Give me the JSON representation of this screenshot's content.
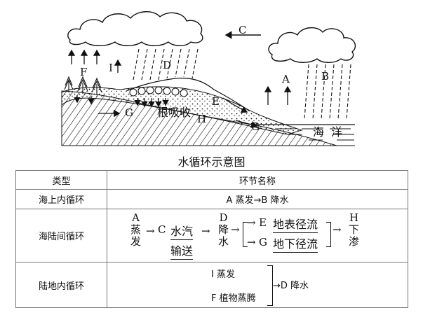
{
  "diagram": {
    "labels": {
      "C": "C",
      "F": "F",
      "I": "I",
      "D": "D",
      "A": "A",
      "B": "B",
      "E": "E",
      "G1": "G",
      "G2": "G",
      "H": "H",
      "root": "根吸收",
      "ocean": "海  洋"
    }
  },
  "caption": "水循环示意图",
  "table": {
    "headers": [
      "类型",
      "环节名称"
    ],
    "rows": [
      {
        "type": "海上内循环",
        "content": "A 蒸发→B 降水"
      },
      {
        "type": "海陆间循环"
      },
      {
        "type": "陆地内循环"
      }
    ],
    "row2": {
      "a_letter": "A",
      "a_word1": "蒸",
      "a_word2": "发",
      "c_letter": "C",
      "c_word1": "水汽",
      "c_word2": "输送",
      "d_letter": "D",
      "d_word1": "降",
      "d_word2": "水",
      "e_text": "E",
      "e_word": "地表径流",
      "g_text": "G",
      "g_word": "地下径流",
      "h_letter": "H",
      "h_word1": "下",
      "h_word2": "渗"
    },
    "row3": {
      "i_text": "I 蒸发",
      "f_text": "F 植物蒸腾",
      "d_text": "→D 降水"
    }
  }
}
